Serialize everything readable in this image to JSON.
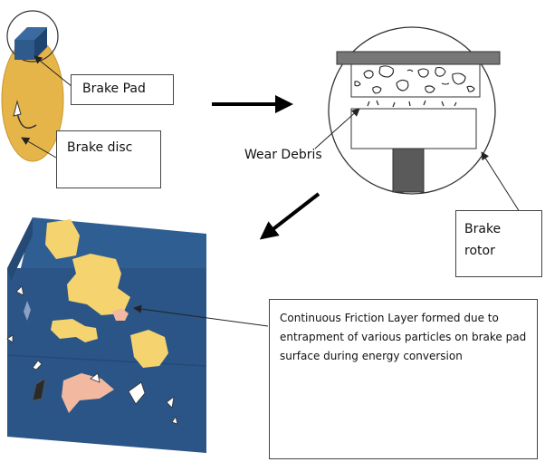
{
  "labels": {
    "brake_pad": "Brake Pad",
    "brake_disc": "Brake disc",
    "wear_debris": "Wear Debris",
    "brake_rotor_line1": "Brake",
    "brake_rotor_line2": "rotor",
    "friction_layer": "Continuous Friction Layer formed due to entrapment of various particles on brake pad surface during energy conversion"
  },
  "colors": {
    "pad_blue": "#2e5b8c",
    "disc_yellow": "#e6b54a",
    "patch_yellow": "#f5d470",
    "patch_pink": "#f2b9a0",
    "backplate_gray": "#777777",
    "arrow_black": "#000000"
  }
}
